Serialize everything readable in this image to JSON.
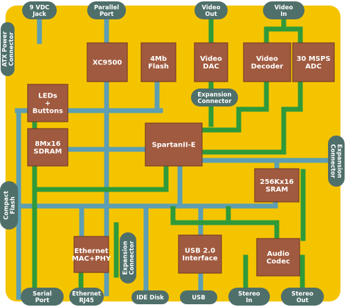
{
  "colors": {
    "board": "#f5c400",
    "chip": "#a05a3f",
    "chip_border": "#7a3f27",
    "pill": "#4f6f6a",
    "bus_blue": "#5d9eb3",
    "bus_green": "#2f9a3a"
  },
  "chips": {
    "xc9500": [
      "XC9500"
    ],
    "flash": [
      "4Mb",
      "Flash"
    ],
    "video_dac": [
      "Video",
      "DAC"
    ],
    "video_decoder": [
      "Video",
      "Decoder"
    ],
    "adc": [
      "30 MSPS",
      "ADC"
    ],
    "leds_buttons": [
      "LEDs",
      "+",
      "Buttons"
    ],
    "sdram": [
      "8Mx16",
      "SDRAM"
    ],
    "spartan": [
      "SpartanII-E"
    ],
    "sram": [
      "256Kx16",
      "SRAM"
    ],
    "ethernet_phy": [
      "Ethernet",
      "MAC+PHY"
    ],
    "usb": [
      "USB 2.0",
      "Interface"
    ],
    "audio_codec": [
      "Audio",
      "Codec"
    ]
  },
  "pills": {
    "vdc_jack": [
      "9 VDC",
      "Jack"
    ],
    "parallel_port": [
      "Parallel",
      "Port"
    ],
    "video_out": [
      "Video",
      "Out"
    ],
    "video_in": [
      "Video",
      "In"
    ],
    "atx_power": [
      "ATX Power",
      "Connector"
    ],
    "expansion_top": [
      "Expansion",
      "Connector"
    ],
    "expansion_right": [
      "Expansion",
      "Connector"
    ],
    "compact_flash": [
      "Compact",
      "Flash"
    ],
    "expansion_bottom": [
      "Expansion",
      "Connector"
    ],
    "serial_port": [
      "Serial",
      "Port"
    ],
    "ethernet_rj45": [
      "Ethernet",
      "RJ45"
    ],
    "ide_disk": [
      "IDE Disk"
    ],
    "usb_port": [
      "USB"
    ],
    "stereo_in": [
      "Stereo",
      "In"
    ],
    "stereo_out": [
      "Stereo",
      "Out"
    ]
  }
}
